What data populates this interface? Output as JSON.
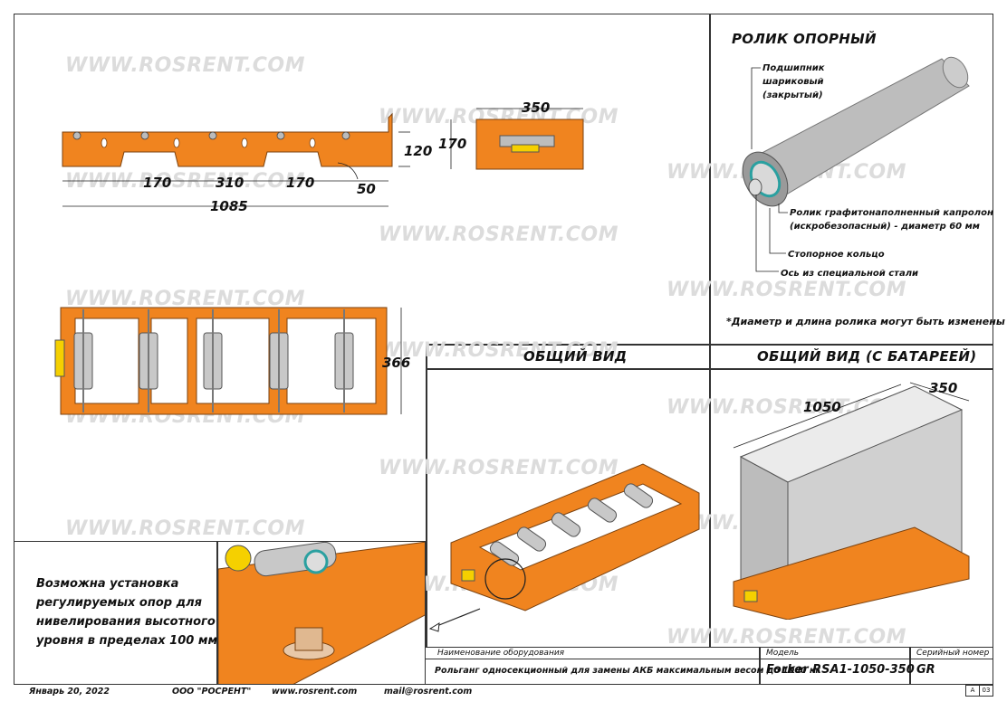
{
  "watermark": "WWW.ROSRENT.COM",
  "colors": {
    "orange": "#f0841f",
    "steel": "#bdbdbd",
    "frame": "#333333"
  },
  "top_view_dims": {
    "d1": "170",
    "d2": "310",
    "d3": "170",
    "total": "1085",
    "h1": "120",
    "h2": "170",
    "angle": "50",
    "w_end": "350"
  },
  "plan_view_dims": {
    "width": "366"
  },
  "roller_panel": {
    "title": "РОЛИК ОПОРНЫЙ",
    "bearing_label": [
      "Подшипник",
      "шариковый",
      "(закрытый)"
    ],
    "roller_label": [
      "Ролик графитонаполненный капролон",
      "(искробезопасный) - диаметр 60 мм"
    ],
    "ring_label": "Стопорное кольцо",
    "axle_label": "Ось из специальной стали",
    "note": "*Диаметр и длина ролика могут быть изменены"
  },
  "general_view": {
    "title": "ОБЩИЙ ВИД"
  },
  "battery_view": {
    "title": "ОБЩИЙ ВИД (С БАТАРЕЕЙ)",
    "length": "1050",
    "width": "350"
  },
  "leveling_note": [
    "Возможна установка",
    "регулируемых опор для",
    "нивелирования высотного",
    "уровня в пределах 100 мм"
  ],
  "title_block": {
    "name_label": "Наименование оборудования",
    "name_value": "Рольганг односекционный для замены АКБ максимальным весом до 1000 кг",
    "model_label": "Модель",
    "model_value": "Forker RSA1-1050-350",
    "serial_label": "Серийный номер",
    "serial_value": "GR",
    "sheet_format": "A",
    "sheet_number": "03"
  },
  "footer": {
    "date": "Январь 20, 2022",
    "company": "ООО \"РОСРЕНТ\"",
    "website": "www.rosrent.com",
    "email": "mail@rosrent.com"
  }
}
